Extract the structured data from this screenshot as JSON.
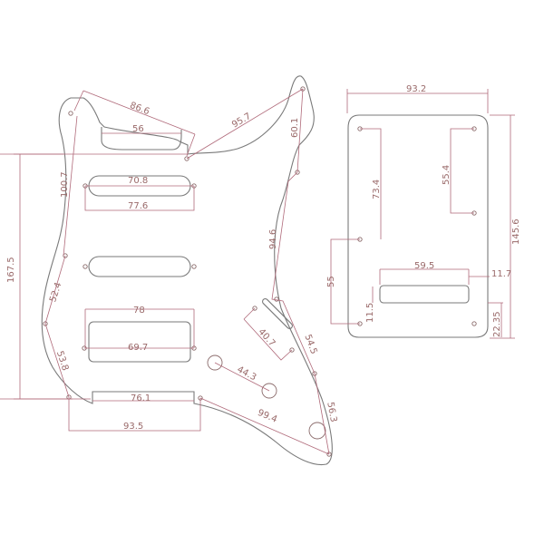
{
  "pickguard": {
    "dimensions": {
      "top_diag": "86.6",
      "neck_pocket": "56",
      "top_right_diag": "95.7",
      "horn_vertical": "60.1",
      "left_upper": "100.7",
      "overall_height": "167.5",
      "single_coil_inner": "70.8",
      "single_coil_outer": "77.6",
      "right_edge": "94.6",
      "left_mid": "52.4",
      "left_lower": "53.8",
      "humbucker_outer": "78",
      "humbucker_inner": "69.7",
      "switch": "40.7",
      "right_lower": "54.5",
      "pots": "44.3",
      "bottom_pocket": "76.1",
      "bottom_width": "93.5",
      "bottom_diag": "99.4",
      "bottom_right": "56.3"
    }
  },
  "backplate": {
    "dimensions": {
      "width": "93.2",
      "height": "145.6",
      "left_holes": "73.4",
      "right_holes": "55.4",
      "lower_left": "55",
      "slot_width": "59.5",
      "slot_right": "11.7",
      "slot_height": "11.5",
      "bottom_offset": "22.35"
    }
  }
}
